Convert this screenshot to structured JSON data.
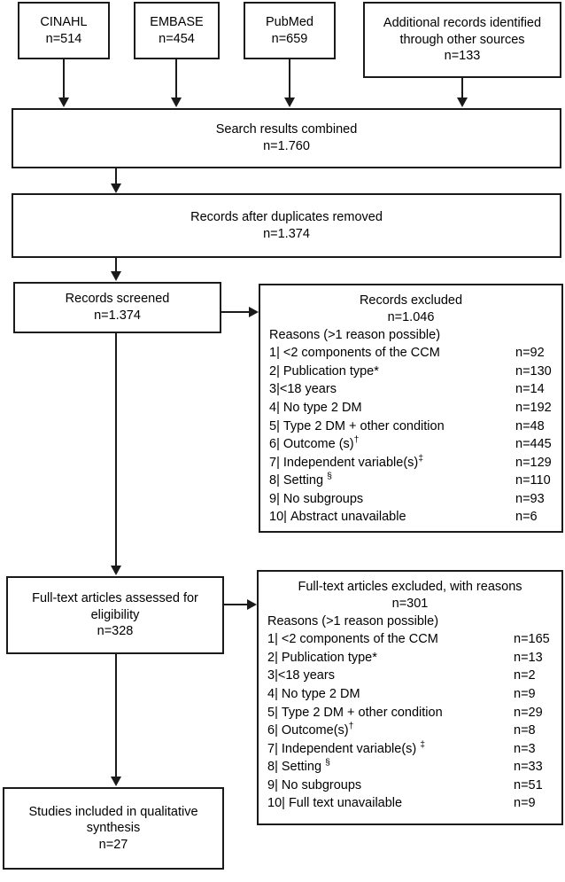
{
  "diagram": {
    "type": "prisma-flow-diagram",
    "stroke_color": "#1a1a1a",
    "background_color": "#ffffff"
  },
  "sources": [
    {
      "name": "CINAHL",
      "count": "n=514"
    },
    {
      "name": "EMBASE",
      "count": "n=454"
    },
    {
      "name": "PubMed",
      "count": "n=659"
    },
    {
      "name_line1": "Additional records identified",
      "name_line2": "through other sources",
      "count": "n=133"
    }
  ],
  "stages": {
    "combined": {
      "label": "Search results combined",
      "count": "n=1.760"
    },
    "duplicates_removed": {
      "label": "Records after duplicates removed",
      "count": "n=1.374"
    },
    "screened": {
      "label": "Records screened",
      "count": "n=1.374"
    },
    "fulltext": {
      "label_line1": "Full-text articles assessed for",
      "label_line2": "eligibility",
      "count": "n=328"
    },
    "included": {
      "label_line1": "Studies included in qualitative",
      "label_line2": "synthesis",
      "count": "n=27"
    }
  },
  "excluded_records": {
    "title": "Records excluded",
    "count": "n=1.046",
    "reasons_header": "Reasons (>1 reason possible)",
    "reasons": [
      {
        "num": "1",
        "text": "<2 components of the CCM",
        "sup": "",
        "count": "n=92"
      },
      {
        "num": "2",
        "text": "Publication type*",
        "sup": "",
        "count": "n=130"
      },
      {
        "num": "3",
        "text": "<18 years",
        "sup": "",
        "count": "n=14"
      },
      {
        "num": "4",
        "text": "No type 2 DM",
        "sup": "",
        "count": "n=192"
      },
      {
        "num": "5",
        "text": "Type 2 DM + other condition",
        "sup": "",
        "count": "n=48"
      },
      {
        "num": "6",
        "text": "Outcome (s)",
        "sup": "†",
        "count": "n=445"
      },
      {
        "num": "7",
        "text": "Independent variable(s)",
        "sup": "‡",
        "count": "n=129"
      },
      {
        "num": "8",
        "text": "Setting",
        "sup": "§",
        "count": "n=110"
      },
      {
        "num": "9",
        "text": "No subgroups",
        "sup": "",
        "count": "n=93"
      },
      {
        "num": "10",
        "text": "Abstract unavailable",
        "sup": "",
        "count": "n=6"
      }
    ]
  },
  "excluded_fulltext": {
    "title": "Full-text articles excluded, with reasons",
    "count": "n=301",
    "reasons_header": "Reasons (>1 reason possible)",
    "reasons": [
      {
        "num": "1",
        "text": "<2 components of the CCM",
        "sup": "",
        "count": "n=165"
      },
      {
        "num": "2",
        "text": "Publication type*",
        "sup": "",
        "count": "n=13"
      },
      {
        "num": "3",
        "text": "<18 years",
        "sup": "",
        "count": "n=2"
      },
      {
        "num": "4",
        "text": "No type 2 DM",
        "sup": "",
        "count": "n=9"
      },
      {
        "num": "5",
        "text": "Type 2 DM + other condition",
        "sup": "",
        "count": "n=29"
      },
      {
        "num": "6",
        "text": "Outcome(s)",
        "sup": "†",
        "count": "n=8"
      },
      {
        "num": "7",
        "text": "Independent variable(s)",
        "sup": "‡",
        "count": "n=3"
      },
      {
        "num": "8",
        "text": "Setting",
        "sup": "§",
        "count": "n=33"
      },
      {
        "num": "9",
        "text": "No subgroups",
        "sup": "",
        "count": "n=51"
      },
      {
        "num": "10",
        "text": "Full text unavailable",
        "sup": "",
        "count": "n=9"
      }
    ]
  }
}
